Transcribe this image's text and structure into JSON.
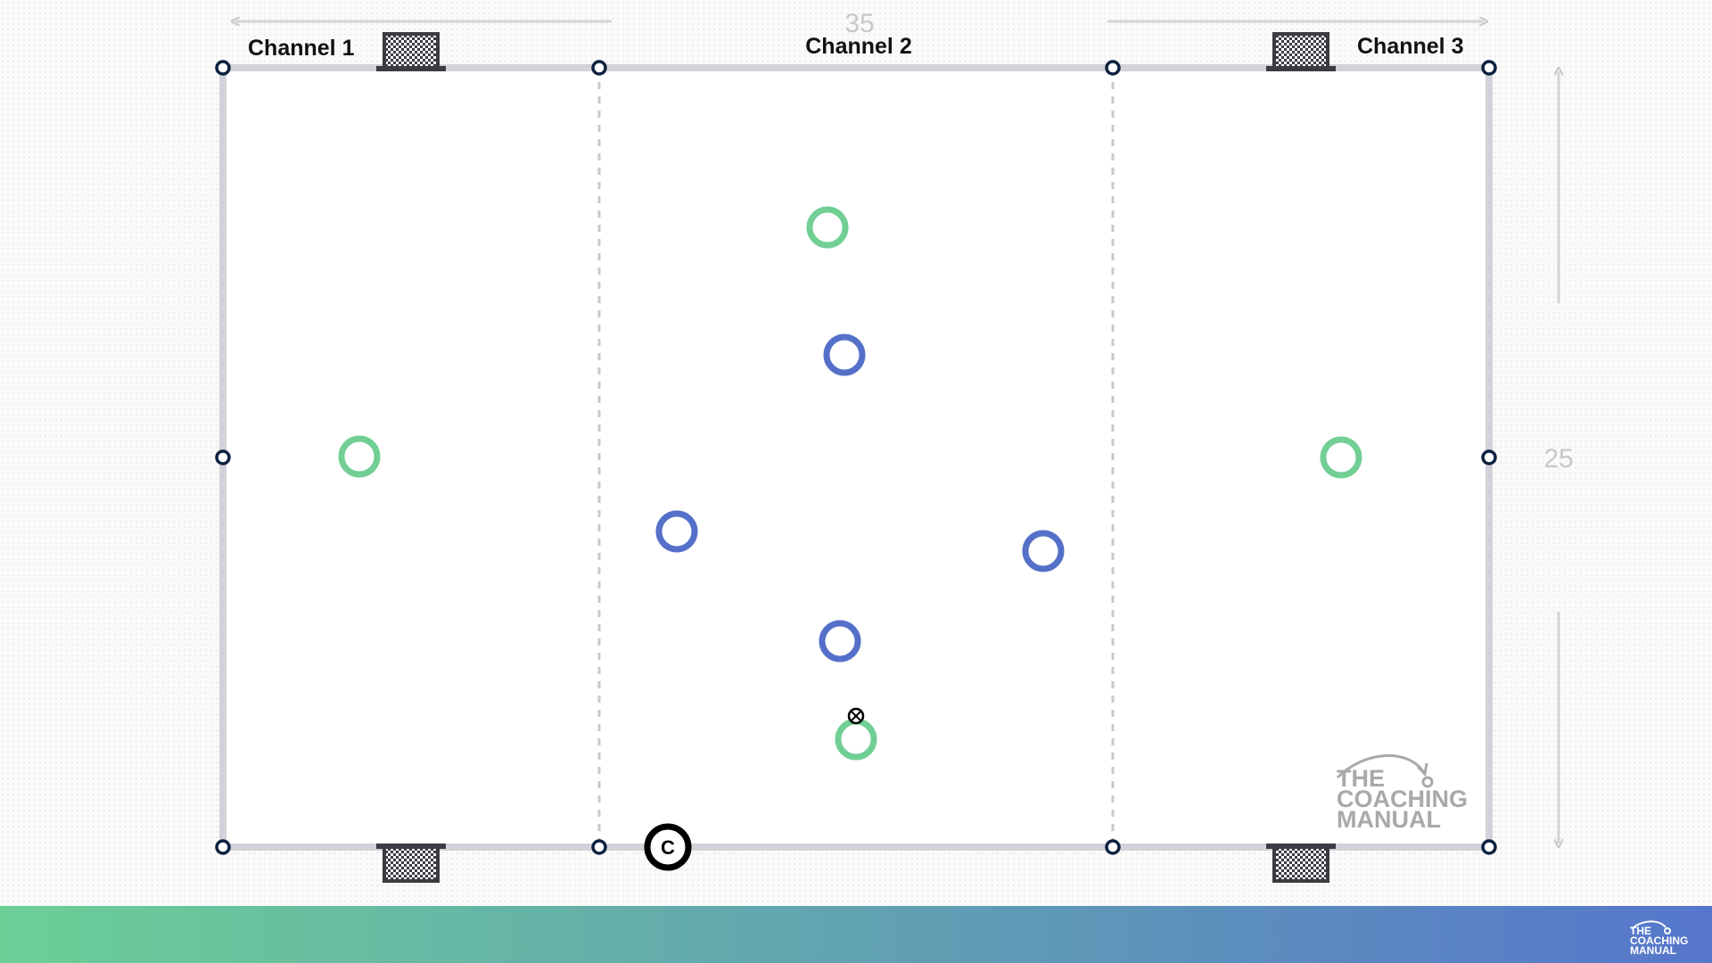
{
  "channels": [
    {
      "label": "Channel 1"
    },
    {
      "label": "Channel 2"
    },
    {
      "label": "Channel 3"
    }
  ],
  "dimensions": {
    "width_label": "35",
    "length_label": "25"
  },
  "coach": {
    "letter": "C"
  },
  "team_colors": {
    "green": "#72cf94",
    "blue": "#5570c8",
    "marker": "#0d2240",
    "line": "#d2d2d8",
    "goal": "#3b3b42"
  },
  "watermark": {
    "lines": [
      "THE",
      "COACHING",
      "MANUAL"
    ]
  },
  "footer": {
    "gradient_start": "#6ccf96",
    "gradient_end": "#5676cc",
    "logo_lines": [
      "THE",
      "COACHING",
      "MANUAL"
    ]
  },
  "players": {
    "green_count": 4,
    "blue_count": 4
  },
  "icons": [
    "goal-icon",
    "cone-marker-icon",
    "ball-icon",
    "coach-icon",
    "player-icon"
  ]
}
